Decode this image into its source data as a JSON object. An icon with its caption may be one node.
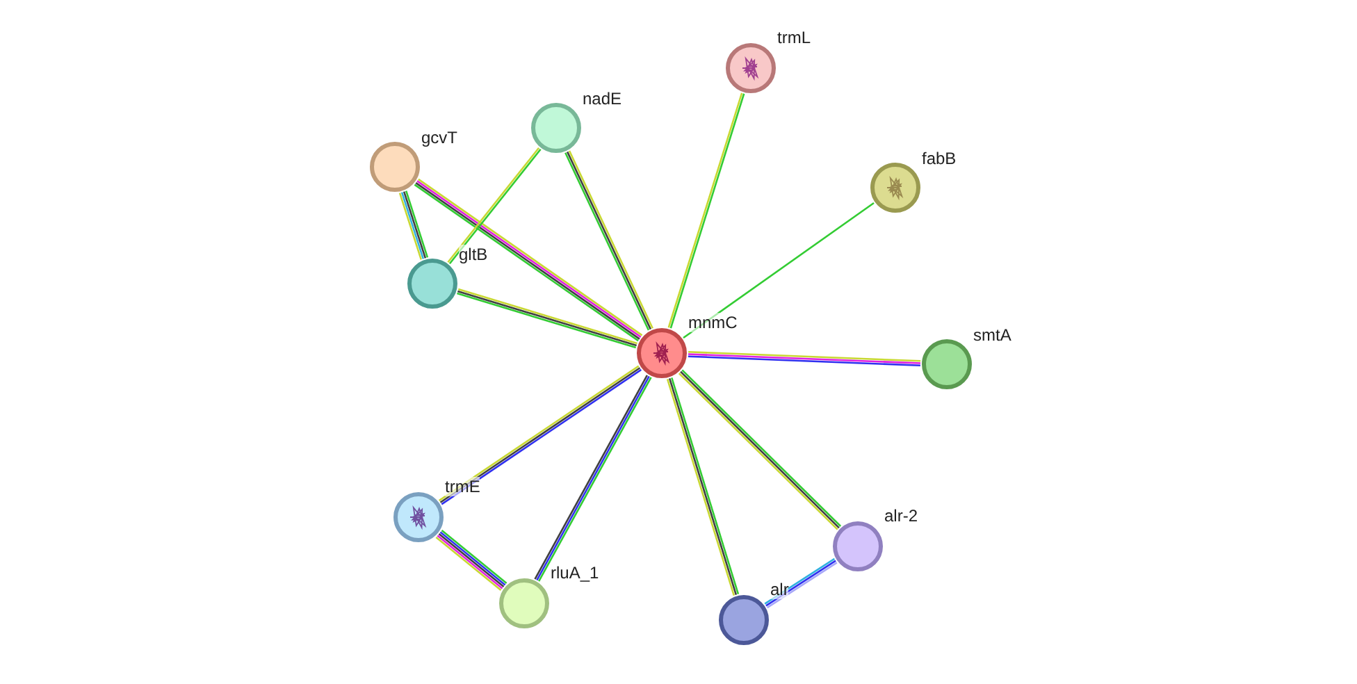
{
  "diagram": {
    "nodes": [
      {
        "text": [
          "trmL"
        ]
      },
      {
        "text": [
          "nadE"
        ]
      },
      {
        "text": [
          "gcvT"
        ]
      },
      {
        "text": [
          "fabB"
        ]
      },
      {
        "text": [
          "gltB"
        ]
      },
      {
        "text": [
          "mnmC"
        ]
      },
      {
        "text": [
          "smtA"
        ]
      },
      {
        "text": [
          "trmE"
        ]
      },
      {
        "text": [
          "alr-2"
        ]
      },
      {
        "text": [
          "rluA_1"
        ]
      },
      {
        "text": [
          "alr"
        ]
      }
    ],
    "edges": [
      {
        "from": 5,
        "to": 0,
        "arrow": "none",
        "color": "#c8d832"
      },
      {
        "from": 5,
        "to": 1,
        "arrow": "none",
        "color": "#404040"
      },
      {
        "from": 5,
        "to": 2,
        "arrow": "none",
        "color": "#33cc33"
      },
      {
        "from": 5,
        "to": 3,
        "arrow": "none",
        "color": "#33cc33"
      },
      {
        "from": 5,
        "to": 4,
        "arrow": "none",
        "color": "#33cc33"
      },
      {
        "from": 5,
        "to": 6,
        "arrow": "none",
        "color": "#e020e0"
      },
      {
        "from": 5,
        "to": 7,
        "arrow": "none",
        "color": "#404040"
      },
      {
        "from": 5,
        "to": 9,
        "arrow": "none",
        "color": "#33cc33"
      },
      {
        "from": 5,
        "to": 8,
        "arrow": "none",
        "color": "#404040"
      },
      {
        "from": 5,
        "to": 10,
        "arrow": "none",
        "color": "#33cc33"
      },
      {
        "from": 2,
        "to": 4,
        "arrow": "none",
        "color": "#33cc33"
      },
      {
        "from": 1,
        "to": 4,
        "arrow": "none",
        "color": "#33cc33"
      },
      {
        "from": 7,
        "to": 9,
        "arrow": "none",
        "color": "#404040"
      },
      {
        "from": 8,
        "to": 10,
        "arrow": "none",
        "color": "#3030f0"
      }
    ]
  }
}
